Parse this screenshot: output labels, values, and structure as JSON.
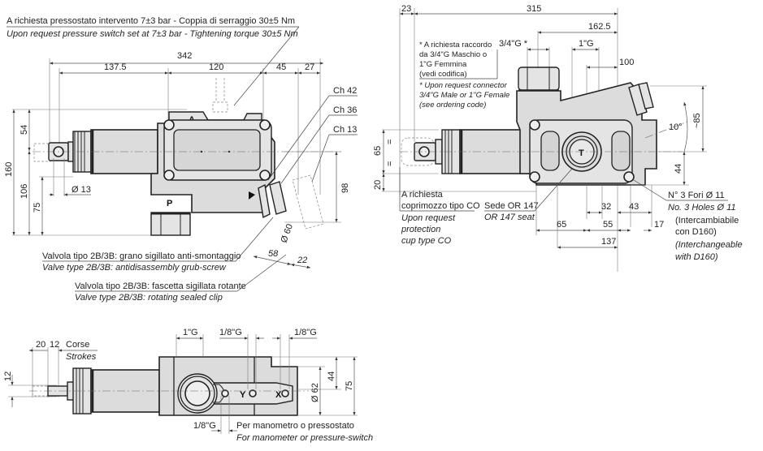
{
  "colors": {
    "background": "#ffffff",
    "body_fill": "#dcdcdc",
    "outline": "#222222",
    "dimension_line": "#555555"
  },
  "side_view": {
    "pressure_switch_note": {
      "it": "A richiesta pressostato intervento 7±3 bar - Coppia di serraggio 30±5 Nm",
      "en": "Upon request pressure switch set at 7±3 bar - Tightening torque 30±5 Nm"
    },
    "dims": {
      "overall_length": "342",
      "seg_1": "137.5",
      "seg_2": "120",
      "seg_3": "45",
      "seg_4": "27",
      "height_total": "160",
      "height_106": "106",
      "height_54": "54",
      "height_75": "75",
      "eye_dia": "Ø 13",
      "height_98": "98",
      "dia_60": "Ø 60",
      "dim_58": "58",
      "dim_22": "22"
    },
    "wrench_sizes": [
      "Ch 42",
      "Ch 36",
      "Ch 13"
    ],
    "port_labels": {
      "a": "A",
      "p": "P"
    },
    "grub_screw_note": {
      "it": "Valvola tipo 2B/3B: grano sigillato anti-smontaggio",
      "en": "Valve type 2B/3B: antidisassembly grub-screw"
    },
    "clip_note": {
      "it": "Valvola tipo 2B/3B: fascetta sigillata rotante",
      "en": "Valve type 2B/3B: rotating sealed clip"
    }
  },
  "front_view": {
    "dims": {
      "d23": "23",
      "d315": "315",
      "d162_5": "162.5",
      "d100": "100",
      "conn_34": "3/4\"G *",
      "conn_1": "1\"G",
      "angle": "10°",
      "approx_85": "~85",
      "d44": "44",
      "d65_v": "65",
      "d20": "20",
      "eq1": "=",
      "eq2": "=",
      "d65_h": "65",
      "d32": "32",
      "d43": "43",
      "d55": "55",
      "d17": "17",
      "d137": "137"
    },
    "connector_note": {
      "it": [
        "* A richiesta raccordo",
        "da 3/4\"G Maschio o",
        "1\"G Femmina",
        "(vedi codifica)"
      ],
      "en": [
        "* Upon request connector",
        "3/4\"G Male or 1\"G Female",
        "(see ordering code)"
      ]
    },
    "port_label_t": "T",
    "cup_note": {
      "it": [
        "A richiesta",
        "coprimozzo tipo CO"
      ],
      "en": [
        "Upon request",
        "protection",
        "cup type CO"
      ]
    },
    "or_seat_note": {
      "it": "Sede OR 147",
      "en": "OR 147 seat"
    },
    "holes_note": {
      "it": "N° 3 Fori Ø 11",
      "en": "No. 3 Holes Ø 11"
    },
    "interchange_note": {
      "it": [
        "(Intercambiabile",
        "con D160)"
      ],
      "en": [
        "(Interchangeable",
        "with D160)"
      ]
    }
  },
  "top_view": {
    "dims": {
      "d20": "20",
      "d12_stroke": "12",
      "d12_vert": "12",
      "conn_1g": "1\"G",
      "conn_18g_y": "1/8\"G",
      "conn_18g_x": "1/8\"G",
      "conn_18g_bottom": "1/8\"G",
      "dia_62": "Ø 62",
      "d44": "44",
      "d75": "75"
    },
    "strokes_label": {
      "it": "Corse",
      "en": "Strokes"
    },
    "port_labels": {
      "y": "Y",
      "x": "X"
    },
    "manometer_note": {
      "it": "Per manometro o pressostato",
      "en": "For manometer or pressure-switch"
    }
  }
}
